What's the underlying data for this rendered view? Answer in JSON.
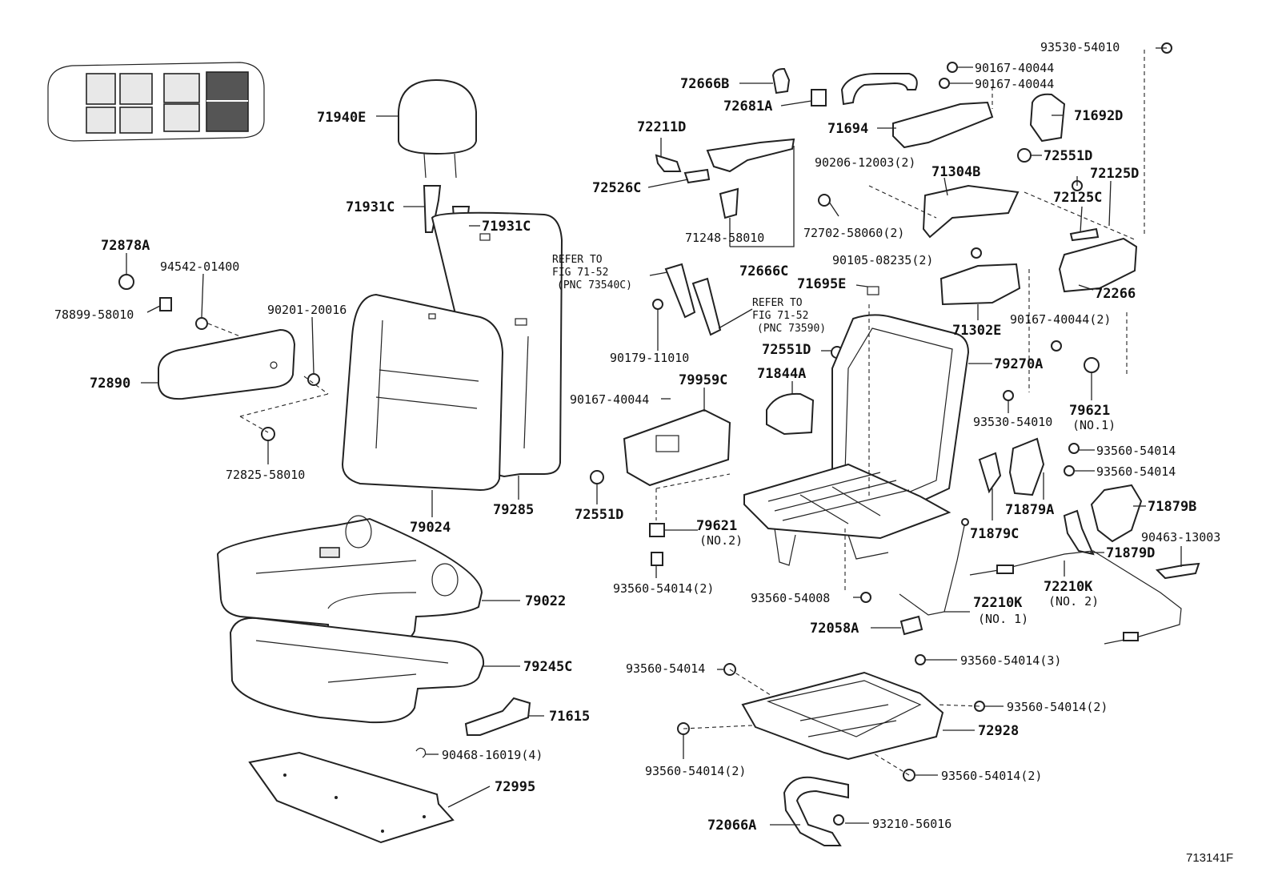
{
  "diagram_id": "713141F",
  "refer_notes": [
    {
      "line1": "REFER TO",
      "line2": "FIG 71-52",
      "line3": "(PNC 73540C)"
    },
    {
      "line1": "REFER TO",
      "line2": "FIG 71-52",
      "line3": "(PNC 73590)"
    }
  ],
  "parts": {
    "p71940E": "71940E",
    "p71931C_a": "71931C",
    "p71931C_b": "71931C",
    "p72878A": "72878A",
    "p94542": "94542-01400",
    "p78899": "78899-58010",
    "p90201": "90201-20016",
    "p72890": "72890",
    "p72825": "72825-58010",
    "p79024": "79024",
    "p79285": "79285",
    "p79022": "79022",
    "p79245C": "79245C",
    "p71615": "71615",
    "p90468": "90468-16019(4)",
    "p72995": "72995",
    "p72666B": "72666B",
    "p72681A": "72681A",
    "p72211D": "72211D",
    "p72526C": "72526C",
    "p71248": "71248-58010",
    "p72666C": "72666C",
    "p90179": "90179-11010",
    "p79959C": "79959C",
    "p90167_40044_a": "90167-40044",
    "p72551D_a": "72551D",
    "p79621_no2": "79621",
    "p79621_no2_sub": "(NO.2)",
    "p93560_2a": "93560-54014(2)",
    "p72551D_b": "72551D",
    "p71844A": "71844A",
    "p71695E": "71695E",
    "p93530_top": "93530-54010",
    "p90167_b": "90167-40044",
    "p90167_c": "90167-40044",
    "p71694": "71694",
    "p71692D": "71692D",
    "p72551D_c": "72551D",
    "p90206": "90206-12003(2)",
    "p71304B": "71304B",
    "p72125D": "72125D",
    "p72125C": "72125C",
    "p72702": "72702-58060(2)",
    "p90105": "90105-08235(2)",
    "p72266": "72266",
    "p71302E": "71302E",
    "p90167_2": "90167-40044(2)",
    "p79270A": "79270A",
    "p93530_b": "93530-54010",
    "p79621_no1": "79621",
    "p79621_no1_sub": "(NO.1)",
    "p93560_a": "93560-54014",
    "p93560_b": "93560-54014",
    "p71879A": "71879A",
    "p71879B": "71879B",
    "p71879C": "71879C",
    "p71879D": "71879D",
    "p90463": "90463-13003",
    "p72210K_no2": "72210K",
    "p72210K_no2_sub": "(NO. 2)",
    "p93560_54008": "93560-54008",
    "p72210K_no1": "72210K",
    "p72210K_no1_sub": "(NO. 1)",
    "p72058A": "72058A",
    "p93560_c": "93560-54014",
    "p93560_3": "93560-54014(3)",
    "p93560_2b": "93560-54014(2)",
    "p72928": "72928",
    "p93560_2c": "93560-54014(2)",
    "p93560_2d": "93560-54014(2)",
    "p72066A": "72066A",
    "p93210": "93210-56016"
  }
}
